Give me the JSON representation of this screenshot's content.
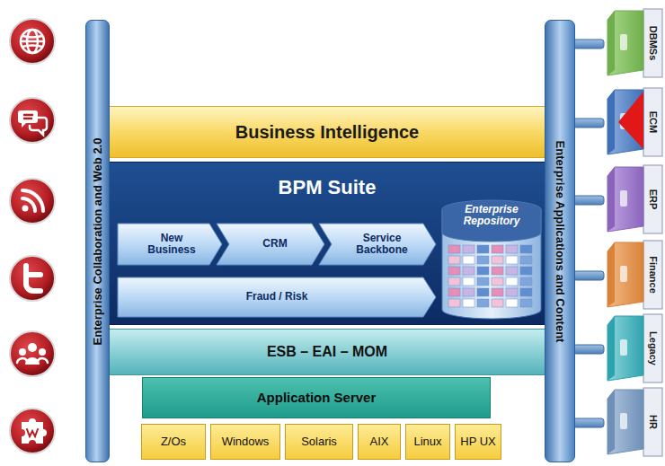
{
  "diagram": {
    "nodes": [
      {
        "text": [
          "Enterprise Collaboration and Web 2.0"
        ]
      },
      {
        "text": [
          "Business Intelligence"
        ]
      },
      {
        "text": [
          "BPM Suite"
        ]
      },
      {
        "text": [
          "New Business"
        ],
        "in": 2
      },
      {
        "text": [
          "CRM"
        ],
        "in": 2
      },
      {
        "text": [
          "Service Backbone"
        ],
        "in": 2
      },
      {
        "text": [
          "Fraud / Risk"
        ],
        "in": 2
      },
      {
        "text": [
          "Enterprise Repository"
        ],
        "in": 2
      },
      {
        "text": [
          "ESB – EAI – MOM"
        ]
      },
      {
        "text": [
          "Application Server"
        ]
      },
      {
        "text": [
          "Z/Os"
        ]
      },
      {
        "text": [
          "Windows"
        ]
      },
      {
        "text": [
          "Solaris"
        ]
      },
      {
        "text": [
          "AIX"
        ]
      },
      {
        "text": [
          "Linux"
        ]
      },
      {
        "text": [
          "HP UX"
        ]
      },
      {
        "text": [
          "Enterprise Applications and Content"
        ]
      },
      {
        "text": [
          "DBMSs"
        ]
      },
      {
        "text": [
          "ECM"
        ]
      },
      {
        "text": [
          "ERP"
        ]
      },
      {
        "text": [
          "Finance"
        ]
      },
      {
        "text": [
          "Legacy"
        ]
      },
      {
        "text": [
          "HR"
        ]
      }
    ]
  }
}
